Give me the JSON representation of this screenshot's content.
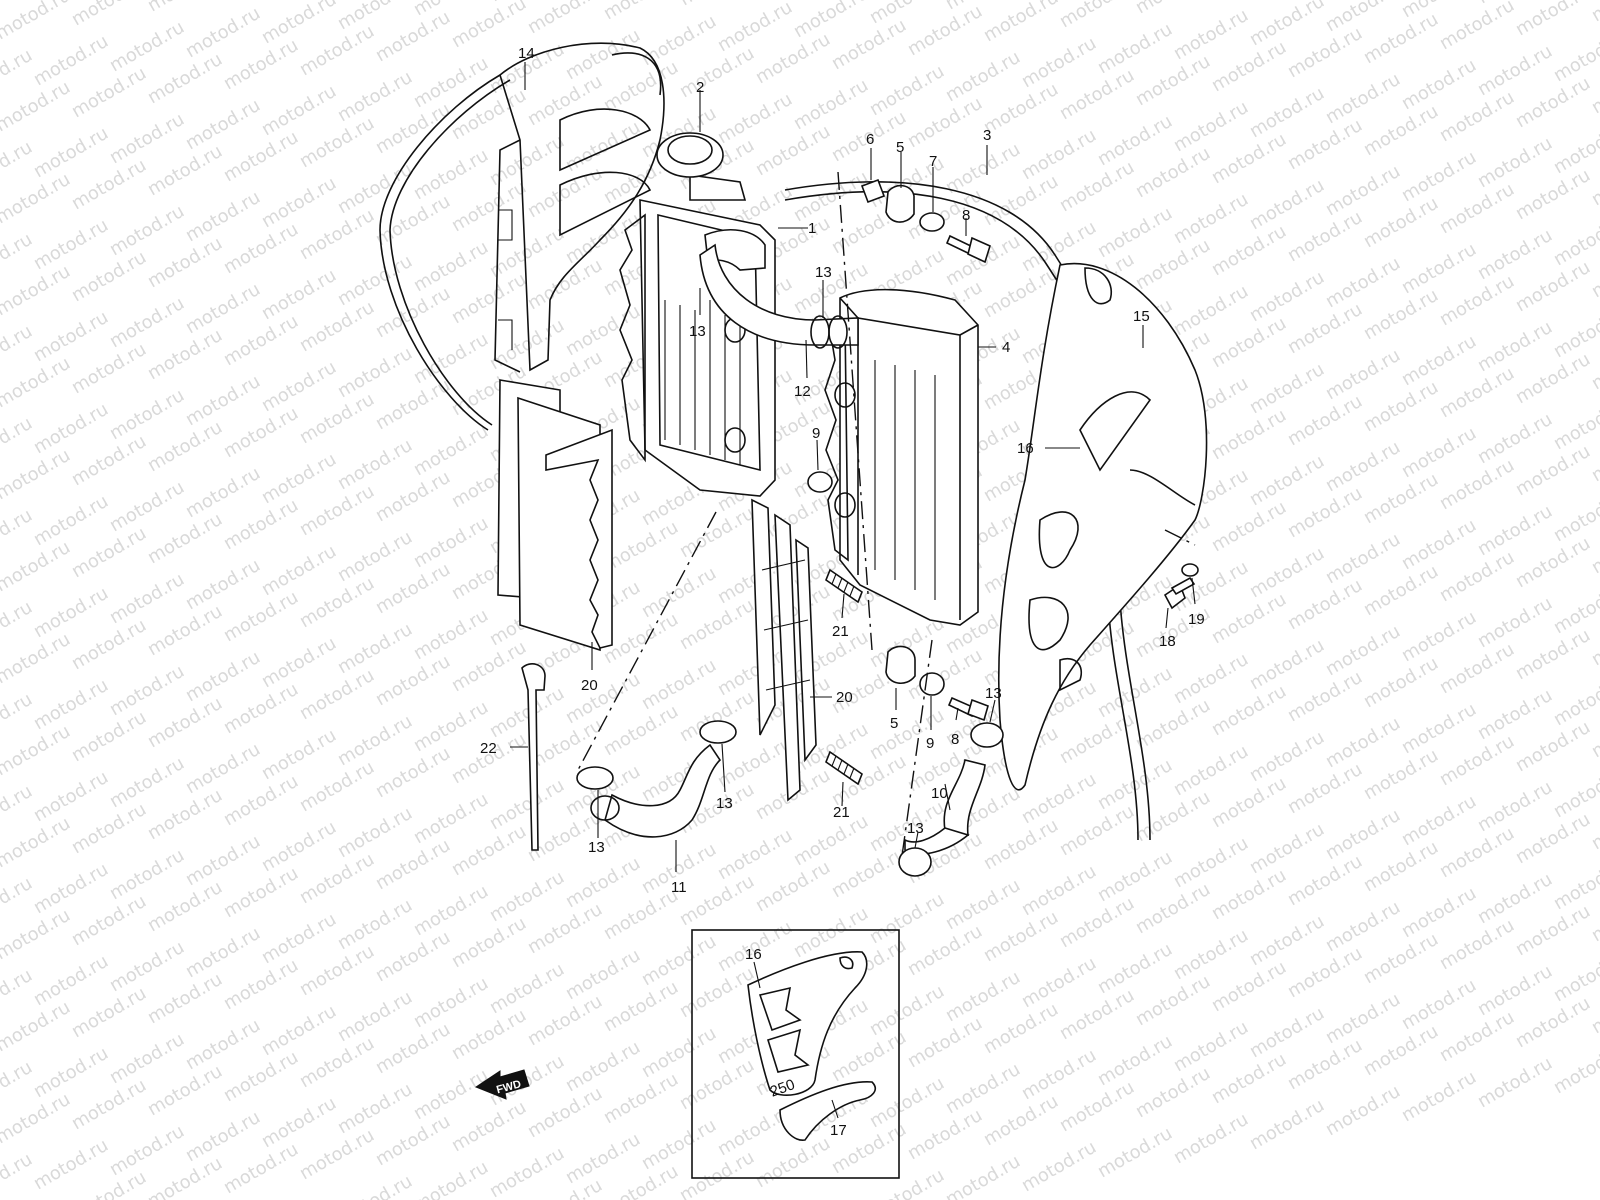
{
  "watermark": {
    "text": "motod.ru"
  },
  "callouts": [
    {
      "id": "c14",
      "text": "14"
    },
    {
      "id": "c2",
      "text": "2"
    },
    {
      "id": "c6",
      "text": "6"
    },
    {
      "id": "c5a",
      "text": "5"
    },
    {
      "id": "c7",
      "text": "7"
    },
    {
      "id": "c3",
      "text": "3"
    },
    {
      "id": "c8a",
      "text": "8"
    },
    {
      "id": "c1",
      "text": "1"
    },
    {
      "id": "c13a",
      "text": "13"
    },
    {
      "id": "c13b",
      "text": "13"
    },
    {
      "id": "c4",
      "text": "4"
    },
    {
      "id": "c12",
      "text": "12"
    },
    {
      "id": "c15",
      "text": "15"
    },
    {
      "id": "c16a",
      "text": "16"
    },
    {
      "id": "c9a",
      "text": "9"
    },
    {
      "id": "c21a",
      "text": "21"
    },
    {
      "id": "c18",
      "text": "18"
    },
    {
      "id": "c19",
      "text": "19"
    },
    {
      "id": "c20a",
      "text": "20"
    },
    {
      "id": "c20b",
      "text": "20"
    },
    {
      "id": "c5b",
      "text": "5"
    },
    {
      "id": "c9b",
      "text": "9"
    },
    {
      "id": "c8b",
      "text": "8"
    },
    {
      "id": "c13c",
      "text": "13"
    },
    {
      "id": "c22",
      "text": "22"
    },
    {
      "id": "c13d",
      "text": "13"
    },
    {
      "id": "c13e",
      "text": "13"
    },
    {
      "id": "c21b",
      "text": "21"
    },
    {
      "id": "c10",
      "text": "10"
    },
    {
      "id": "c13f",
      "text": "13"
    },
    {
      "id": "c11",
      "text": "11"
    },
    {
      "id": "c16b",
      "text": "16"
    },
    {
      "id": "c17",
      "text": "17"
    }
  ],
  "fwd_arrow": {
    "text": "FWD"
  },
  "inset_decal": {
    "text": "250"
  }
}
